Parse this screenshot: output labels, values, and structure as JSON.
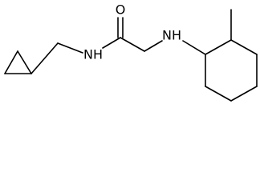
{
  "atoms": {
    "oxygen": "O",
    "amide_nitrogen": "N",
    "amide_hydrogen": "H",
    "amine_nitrogen": "N",
    "amine_hydrogen": "H"
  }
}
